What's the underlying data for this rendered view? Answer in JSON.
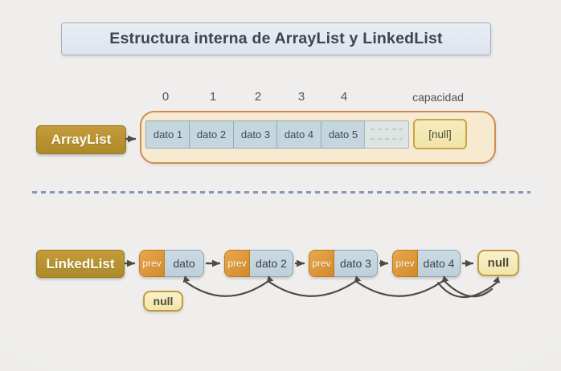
{
  "title": "Estructura interna de ArrayList y LinkedList",
  "arraylist": {
    "label": "ArrayList",
    "indices": [
      "0",
      "1",
      "2",
      "3",
      "4"
    ],
    "capacity_label": "capacidad",
    "cells": [
      "dato 1",
      "dato 2",
      "dato 3",
      "dato 4",
      "dato 5"
    ],
    "null_cell": "[null]"
  },
  "linkedlist": {
    "label": "LinkedList",
    "prev_label": "prev",
    "nodes": [
      "dato",
      "dato 2",
      "dato 3",
      "dato 4"
    ],
    "head_null": "null",
    "tail_null": "null"
  },
  "colors": {
    "background": "#edecea",
    "title_fill": "#e7edf4",
    "title_border": "#9fb0c4",
    "gold_label": "#b8922f",
    "array_container_fill": "#f8e9d1",
    "array_container_border": "#cf8e50",
    "data_cell_fill": "#c6d6df",
    "data_cell_border": "#8fabb9",
    "empty_cell_fill": "#dde4e1",
    "null_fill": "#f6ecc0",
    "null_border": "#c6a647",
    "prev_fill": "#dd9336",
    "arrow": "#4c4b46",
    "divider_dash": "#8499b9"
  }
}
